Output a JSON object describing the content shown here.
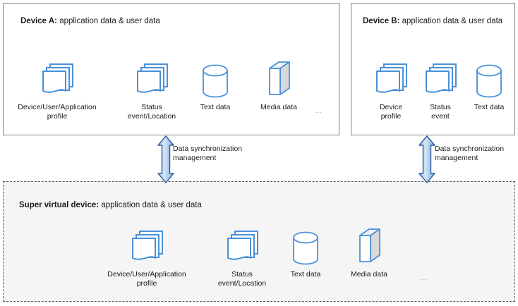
{
  "colors": {
    "icon_stroke": "#4a90d9",
    "icon_fill": "#ffffff",
    "cube_shade": "#d9d9d9",
    "arrow_stroke": "#2e5c9a",
    "arrow_fill_light": "#cfe0f2",
    "arrow_fill_mid": "#9dc3e6",
    "panel_border_solid": "#808080",
    "panel_border_dashed": "#595959",
    "panel_bg_bottom": "#f5f5f5",
    "text": "#1a1a1a",
    "ellipsis": "#9a9a9a"
  },
  "device_a": {
    "title_bold": "Device A:",
    "title_rest": " application data & user data",
    "items": [
      {
        "icon": "document-stack-icon",
        "label": "Device/User/Application\nprofile"
      },
      {
        "icon": "document-stack-icon",
        "label": "Status\nevent/Location"
      },
      {
        "icon": "cylinder-icon",
        "label": "Text data"
      },
      {
        "icon": "cube-icon",
        "label": "Media data"
      }
    ],
    "ellipsis": "..."
  },
  "device_b": {
    "title_bold": "Device B:",
    "title_rest": " application data & user data",
    "items": [
      {
        "icon": "document-stack-icon",
        "label": "Device\nprofile"
      },
      {
        "icon": "document-stack-icon",
        "label": "Status\nevent"
      },
      {
        "icon": "cylinder-icon",
        "label": "Text data"
      }
    ]
  },
  "super_device": {
    "title_bold": "Super virtual device:",
    "title_rest": " application data & user data",
    "items": [
      {
        "icon": "document-stack-icon",
        "label": "Device/User/Application\nprofile"
      },
      {
        "icon": "document-stack-icon",
        "label": "Status\nevent/Location"
      },
      {
        "icon": "cylinder-icon",
        "label": "Text data"
      },
      {
        "icon": "cube-icon",
        "label": "Media data"
      }
    ],
    "ellipsis": "..."
  },
  "arrows": [
    {
      "name": "arrow-a",
      "label": "Data synchronization\nmanagement",
      "direction": "double-vertical"
    },
    {
      "name": "arrow-b",
      "label": "Data synchronization\nmanagement",
      "direction": "double-vertical"
    }
  ]
}
